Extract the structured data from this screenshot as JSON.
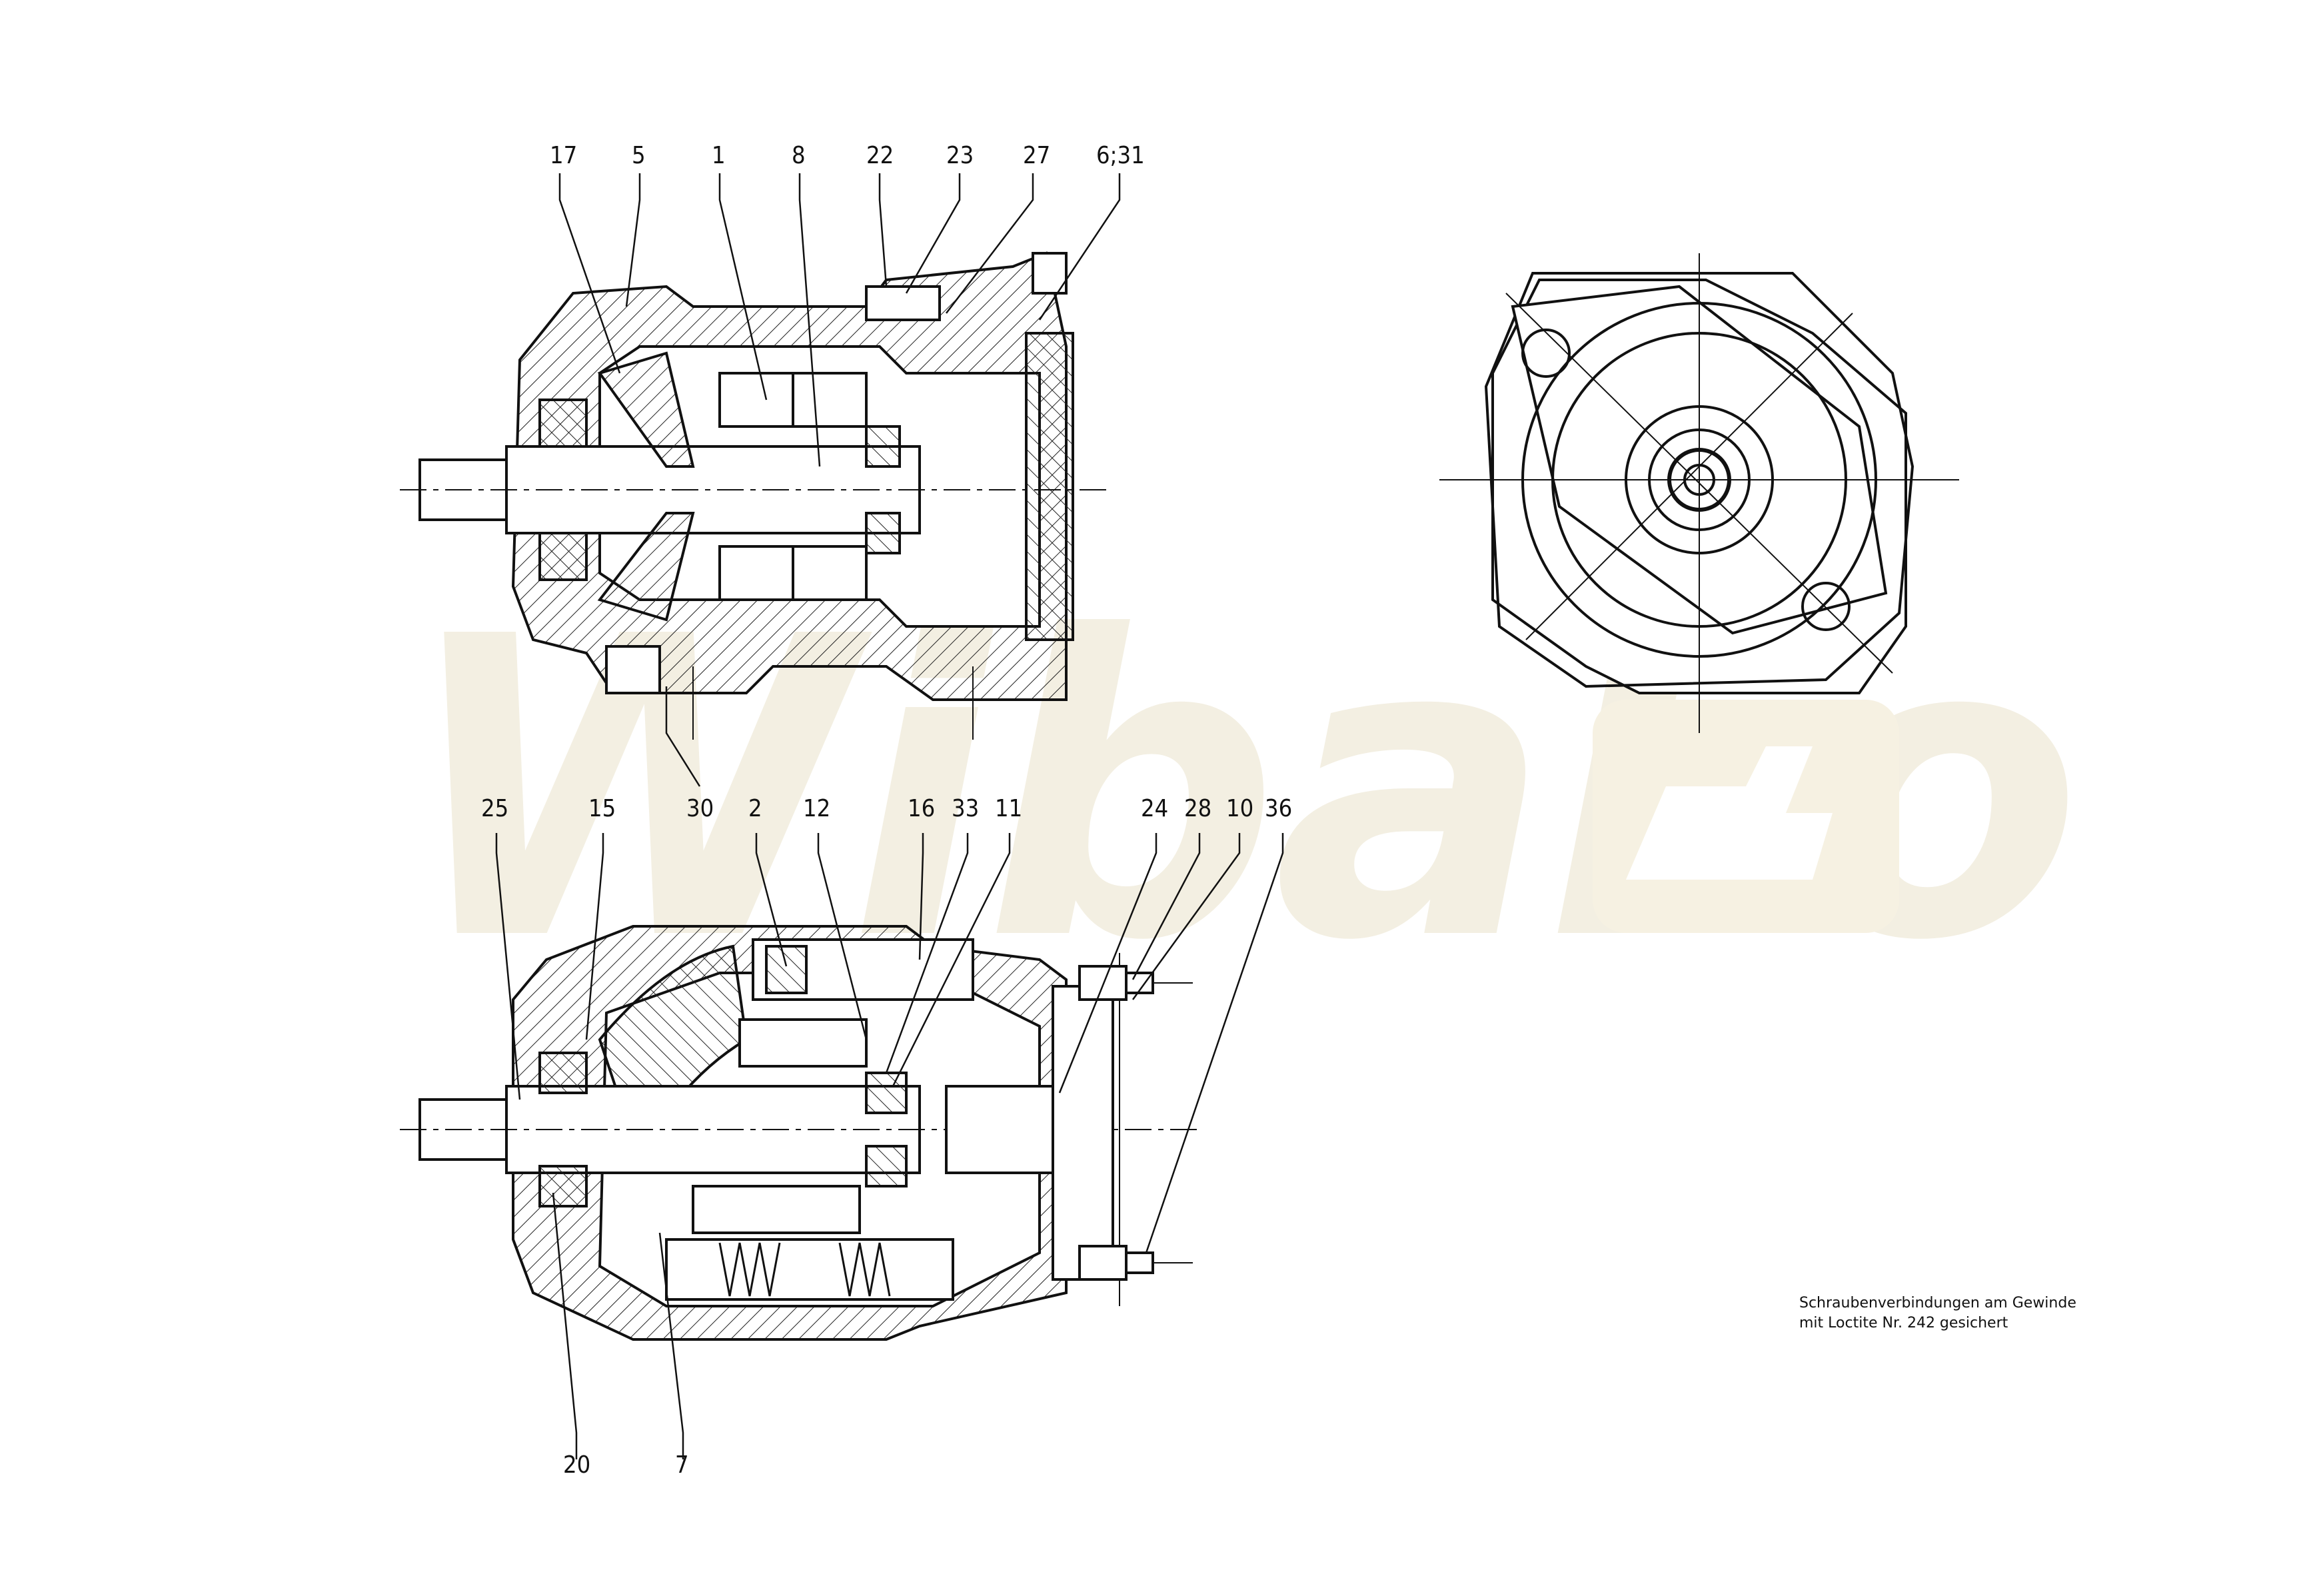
{
  "watermark": {
    "text": "Wibako",
    "color": "#f3efe2"
  },
  "note": {
    "line1": "Schraubenverbindungen am Gewinde",
    "line2": "mit Loctite Nr. 242 gesichert"
  },
  "top_labels": [
    "17",
    "5",
    "1",
    "8",
    "22",
    "23",
    "27",
    "6;31",
    "30"
  ],
  "bottom_labels": [
    "25",
    "15",
    "2",
    "12",
    "16",
    "33",
    "11",
    "24",
    "28",
    "10",
    "36",
    "20",
    "7"
  ],
  "colors": {
    "line": "#111111",
    "hatch": "#222222"
  }
}
